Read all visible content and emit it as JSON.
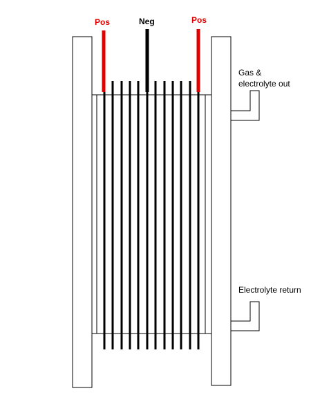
{
  "diagram": {
    "labels": {
      "pos_left": "Pos",
      "neg": "Neg",
      "pos_right": "Pos",
      "outlet_line1": "Gas &",
      "outlet_line2": "electrolyte out",
      "return": "Electrolyte return"
    },
    "plate_count": 12,
    "colors": {
      "positive": "#e00000",
      "negative": "#000000",
      "outline": "#000000",
      "background": "#ffffff"
    }
  }
}
